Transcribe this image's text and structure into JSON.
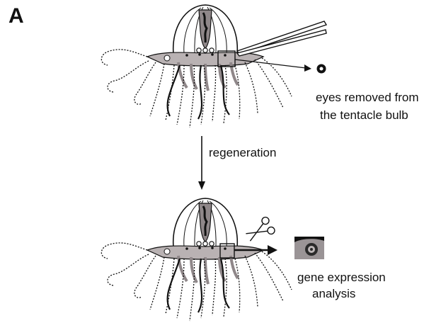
{
  "panel_label": "A",
  "labels": {
    "eyes_line1": "eyes removed from",
    "eyes_line2": "the tentacle bulb",
    "regeneration": "regeneration",
    "gene_line1": "gene expression",
    "gene_line2": "analysis"
  },
  "icons": [
    "jellyfish-top",
    "jellyfish-bottom",
    "forceps-icon",
    "scissors-icon",
    "eye-dot-icon",
    "eye-closeup-icon"
  ],
  "colors": {
    "line": "#111111",
    "body_gray": "#b9b2b3",
    "manubrium": "#5a5455"
  }
}
